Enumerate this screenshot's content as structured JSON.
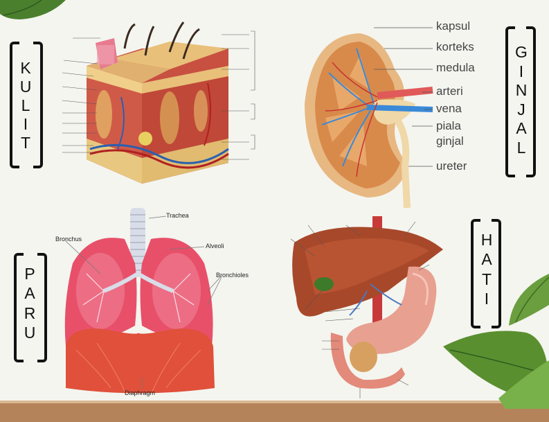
{
  "headings": {
    "kulit": [
      "K",
      "U",
      "L",
      "I",
      "T"
    ],
    "ginjal": [
      "G",
      "I",
      "N",
      "J",
      "A",
      "L"
    ],
    "paru": [
      "P",
      "A",
      "R",
      "U"
    ],
    "hati": [
      "H",
      "A",
      "T",
      "I"
    ]
  },
  "ginjal_labels": [
    "kapsul",
    "korteks",
    "medula",
    "arteri",
    "vena",
    "piala",
    "ginjal",
    "ureter"
  ],
  "paru_labels": {
    "trachea": "Trachea",
    "bronchus": "Bronchus",
    "alveoli": "Alveoli",
    "bronchioles": "Bronchioles",
    "diaphragm": "Diaphragm"
  },
  "colors": {
    "background": "#f4f5ef",
    "floor": "#b5835a",
    "leaf": "#5a8f3a",
    "lung": "#e8506a",
    "diaphragm": "#e0503a",
    "liver": "#a8482a",
    "stomach": "#e8a090",
    "kidney_cortex": "#e0b07a",
    "kidney_medulla": "#d88a4a",
    "vein": "#3a8ad8",
    "artery": "#e05a5a",
    "skin_surface": "#e8c07a"
  },
  "icons": [
    "leaf-icon-top-left",
    "leaf-icon-right"
  ]
}
